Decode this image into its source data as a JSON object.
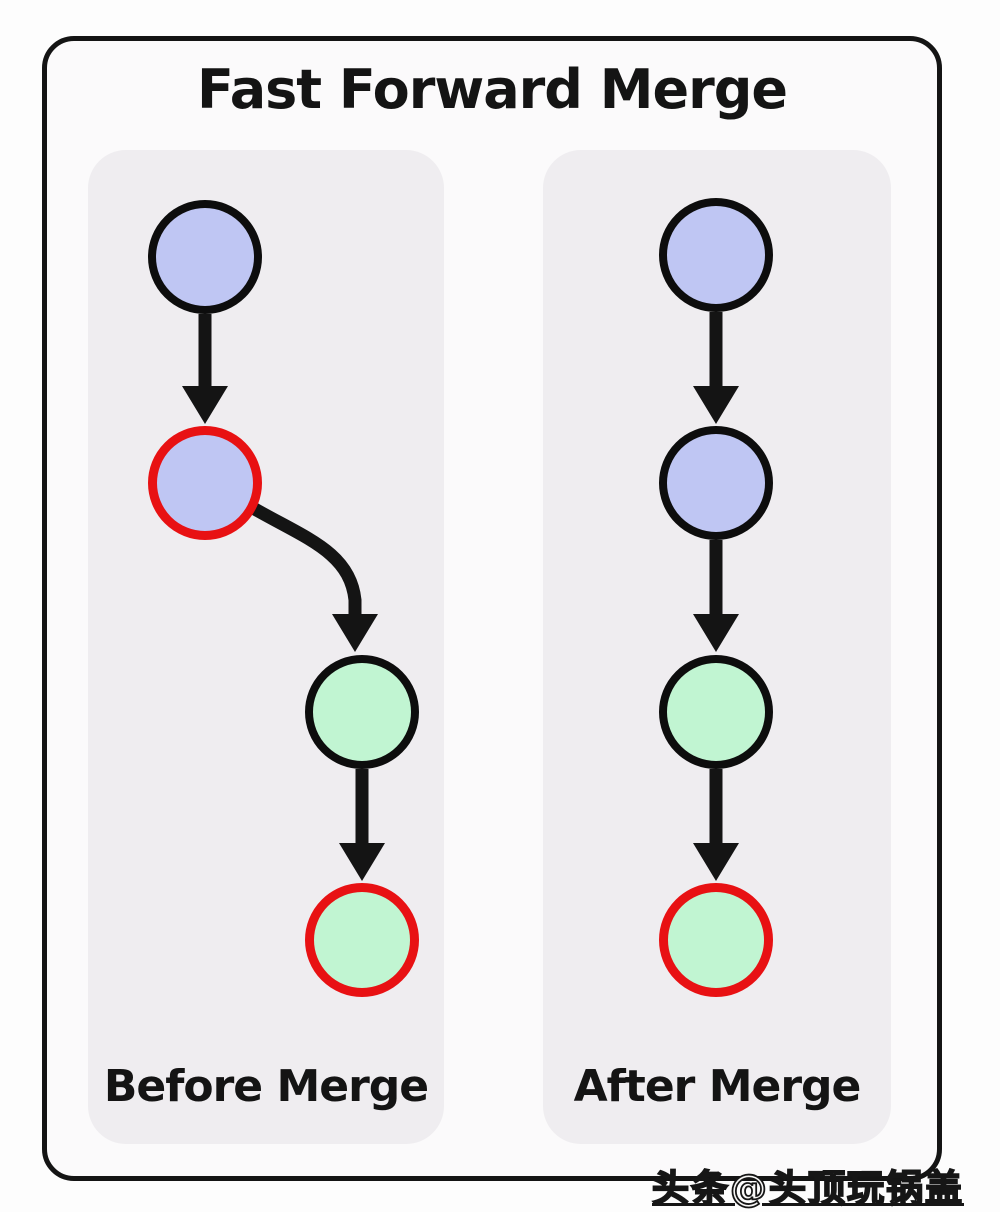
{
  "header": {
    "title": "Fast Forward Merge"
  },
  "panels": {
    "before": {
      "label": "Before Merge",
      "nodes": [
        {
          "id": "commit-1",
          "fill": "#bfc6f3",
          "ring": "#0d0d0d"
        },
        {
          "id": "commit-2-branch-head",
          "fill": "#bfc6f3",
          "ring": "#e81113"
        },
        {
          "id": "commit-3",
          "fill": "#c1f5d2",
          "ring": "#0d0d0d"
        },
        {
          "id": "commit-4-branch-head",
          "fill": "#c1f5d2",
          "ring": "#e81113"
        }
      ],
      "edges": [
        {
          "from": "commit-1",
          "to": "commit-2-branch-head",
          "shape": "straight-down"
        },
        {
          "from": "commit-2-branch-head",
          "to": "commit-3",
          "shape": "curved-right-down"
        },
        {
          "from": "commit-3",
          "to": "commit-4-branch-head",
          "shape": "straight-down"
        }
      ]
    },
    "after": {
      "label": "After Merge",
      "nodes": [
        {
          "id": "commit-1",
          "fill": "#bfc6f3",
          "ring": "#0d0d0d"
        },
        {
          "id": "commit-2",
          "fill": "#bfc6f3",
          "ring": "#0d0d0d"
        },
        {
          "id": "commit-3",
          "fill": "#c1f5d2",
          "ring": "#0d0d0d"
        },
        {
          "id": "commit-4-merged-head",
          "fill": "#c1f5d2",
          "ring": "#e81113"
        }
      ],
      "edges": [
        {
          "from": "commit-1",
          "to": "commit-2",
          "shape": "straight-down"
        },
        {
          "from": "commit-2",
          "to": "commit-3",
          "shape": "straight-down"
        },
        {
          "from": "commit-3",
          "to": "commit-4-merged-head",
          "shape": "straight-down"
        }
      ]
    }
  },
  "watermark": {
    "text": "头条@头顶玩锅盖"
  },
  "colors": {
    "ink": "#141414",
    "box-bg": "#fbfafb",
    "panel-bg": "#efedf0",
    "commit-blue": "#bfc6f3",
    "commit-green": "#c1f5d2",
    "ring-black": "#0d0d0d",
    "ring-red": "#e81113"
  }
}
